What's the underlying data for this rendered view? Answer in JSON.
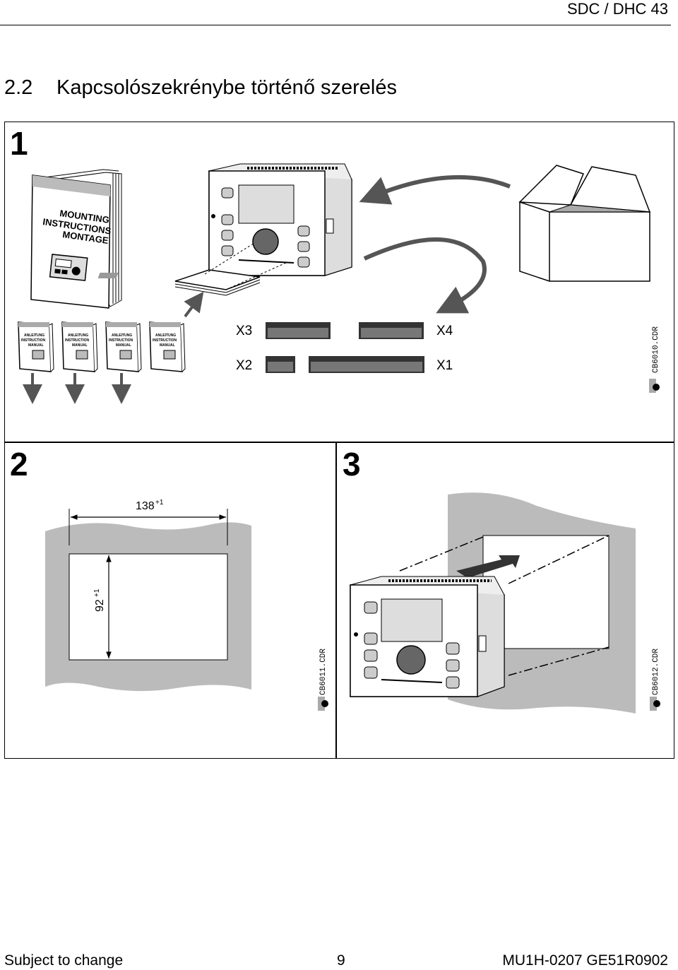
{
  "header": {
    "doc_title": "SDC / DHC 43"
  },
  "section": {
    "number": "2.2",
    "title": "Kapcsolószekrénybe történő szerelés"
  },
  "steps": [
    {
      "number": "1"
    },
    {
      "number": "2"
    },
    {
      "number": "3"
    }
  ],
  "step1": {
    "manual_big_lines": [
      "MOUNTING",
      "INSTRUCTIONS",
      "MONTAGE"
    ],
    "manual_small_lines": [
      "ANLEITUNG",
      "INSTRUCTION",
      "MANUAL"
    ],
    "connectors": {
      "x3": "X3",
      "x4": "X4",
      "x2": "X2",
      "x1": "X1"
    },
    "file_label": "CB6010.CDR"
  },
  "step2": {
    "width_dim": "138",
    "width_tol": "+1",
    "height_dim": "92",
    "height_tol": "+1",
    "file_label": "CB6011.CDR"
  },
  "step3": {
    "file_label": "CB6012.CDR"
  },
  "footer": {
    "left": "Subject to change",
    "page": "9",
    "right": "MU1H-0207 GE51R0902"
  }
}
